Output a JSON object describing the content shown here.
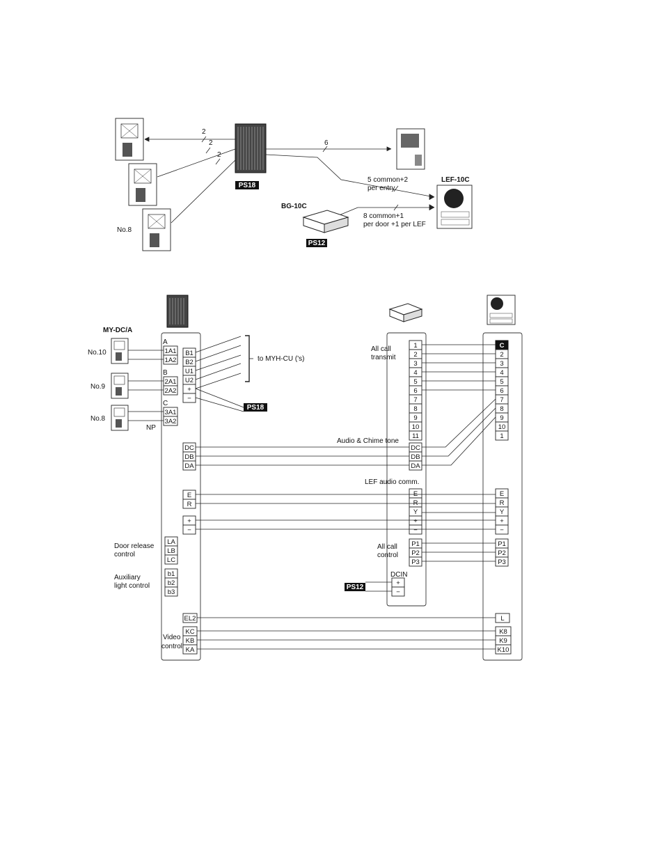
{
  "top": {
    "wire_counts": [
      "2",
      "2",
      "2",
      "6"
    ],
    "ps18": "PS18",
    "ps12": "PS12",
    "lef": "LEF-10C",
    "bg": "BG-10C",
    "note_entry_1": "5 common+2",
    "note_entry_2": "per entry",
    "note_door_1": "8 common+1",
    "note_door_2": "per door +1 per LEF",
    "station_label": "No.8"
  },
  "bottom": {
    "my_label": "MY-DC/A",
    "station_labels": [
      "No.10",
      "No.9",
      "No.8"
    ],
    "group_labels": [
      "A",
      "B",
      "C"
    ],
    "np": "NP",
    "stations_terms": [
      [
        "1A1",
        "1A2"
      ],
      [
        "2A1",
        "2A2"
      ],
      [
        "3A1",
        "3A2"
      ]
    ],
    "cu_terms": [
      "B1",
      "B2",
      "U1",
      "U2",
      "+",
      "−"
    ],
    "to_myh": "to MYH-CU ('s)",
    "ps18": "PS18",
    "ps12": "PS12",
    "left_d": [
      "DC",
      "DB",
      "DA"
    ],
    "left_er": [
      "E",
      "R"
    ],
    "left_pm": [
      "+",
      "−"
    ],
    "door_release": [
      "Door release",
      "control"
    ],
    "door_terms": [
      "LA",
      "LB",
      "LC"
    ],
    "aux_light": [
      "Auxiliary",
      "light control"
    ],
    "aux_terms": [
      "b1",
      "b2",
      "b3"
    ],
    "el2": "EL2",
    "video": [
      "Video",
      "control"
    ],
    "video_terms": [
      "KC",
      "KB",
      "KA"
    ],
    "all_call_transmit": [
      "All call",
      "transmit"
    ],
    "mid_num": [
      "1",
      "2",
      "3",
      "4",
      "5",
      "6",
      "7",
      "8",
      "9",
      "10",
      "11"
    ],
    "audio_chime": "Audio & Chime tone",
    "mid_d": [
      "DC",
      "DB",
      "DA"
    ],
    "lef_audio": "LEF audio comm.",
    "mid_e": [
      "E",
      "R",
      "Y",
      "+",
      "−"
    ],
    "all_call_control": [
      "All call",
      "control"
    ],
    "mid_p": [
      "P1",
      "P2",
      "P3"
    ],
    "dcin": "DCIN",
    "dcin_terms": [
      "+",
      "−"
    ],
    "right_num": [
      "C",
      "2",
      "3",
      "4",
      "5",
      "6",
      "7",
      "8",
      "9",
      "10",
      "1"
    ],
    "right_e": [
      "E",
      "R",
      "Y",
      "+",
      "−"
    ],
    "right_p": [
      "P1",
      "P2",
      "P3"
    ],
    "right_l": "L",
    "right_k": [
      "K8",
      "K9",
      "K10"
    ]
  }
}
